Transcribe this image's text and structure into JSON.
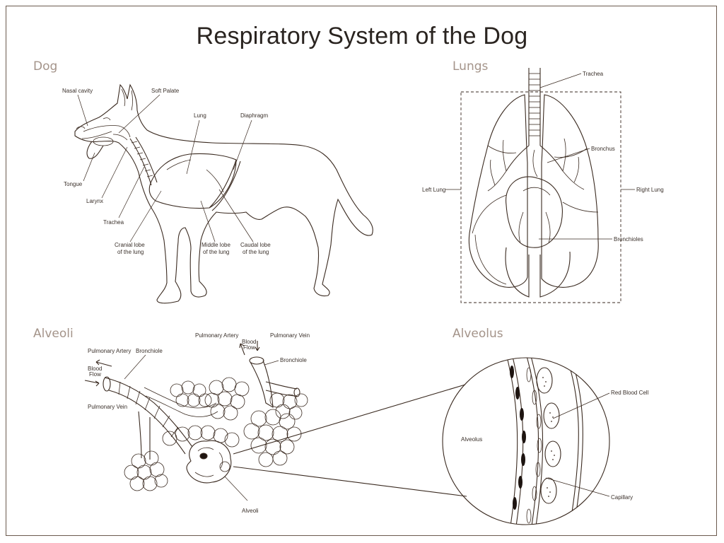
{
  "title": "Respiratory System of the Dog",
  "sections": {
    "dog": "Dog",
    "lungs": "Lungs",
    "alveoli": "Alveoli",
    "alveolus": "Alveolus"
  },
  "dog_labels": {
    "nasal_cavity": "Nasal cavity",
    "soft_palate": "Soft Palate",
    "lung": "Lung",
    "diaphragm": "Diaphragm",
    "tongue": "Tongue",
    "larynx": "Larynx",
    "trachea": "Trachea",
    "cranial_1": "Cranial lobe",
    "cranial_2": "of the lung",
    "middle_1": "Middle lobe",
    "middle_2": "of the lung",
    "caudal_1": "Caudal lobe",
    "caudal_2": "of the lung"
  },
  "lung_labels": {
    "trachea": "Trachea",
    "bronchus": "Bronchus",
    "left_lung": "Left Lung",
    "right_lung": "Right Lung",
    "bronchioles": "Bronchioles"
  },
  "alveoli_labels": {
    "pulmonary_artery_left": "Pulmonary Artery",
    "bronchiole_left": "Bronchiole",
    "blood_flow_left_1": "Blood",
    "blood_flow_left_2": "Flow",
    "pulmonary_vein_left": "Pulmonary Vein",
    "pulmonary_artery_top": "Pulmonary Artery",
    "blood_flow_top_1": "Blood",
    "blood_flow_top_2": "Flow",
    "pulmonary_vein_top": "Pulmonary Vein",
    "bronchiole_right": "Bronchiole",
    "alveoli": "Alveoli"
  },
  "alveolus_labels": {
    "alveolus": "Alveolus",
    "red_blood_cell": "Red Blood Cell",
    "capillary": "Capillary"
  },
  "colors": {
    "line": "#3a2a20",
    "section_heading": "#a4948a",
    "frame": "#6b5a4e"
  }
}
